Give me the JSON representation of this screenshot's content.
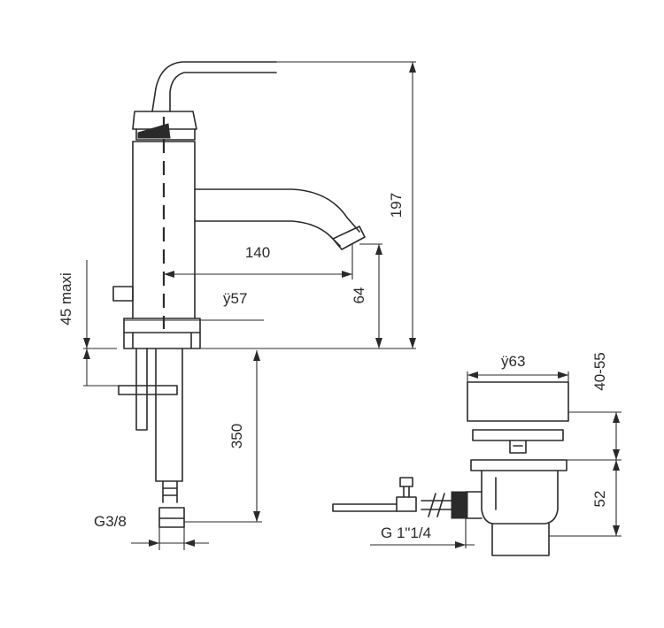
{
  "dimensions": {
    "height_197": "197",
    "spout_140": "140",
    "spout_height_64": "64",
    "base_diameter": "ÿ57",
    "max_thickness": "45 maxi",
    "hose_350": "350",
    "thread_g38": "G3/8",
    "waste_diameter": "ÿ63",
    "waste_40_55": "40-55",
    "waste_52": "52",
    "waste_thread": "G 1\"1/4"
  },
  "colors": {
    "line": "#2a2a2a",
    "background": "#ffffff"
  }
}
